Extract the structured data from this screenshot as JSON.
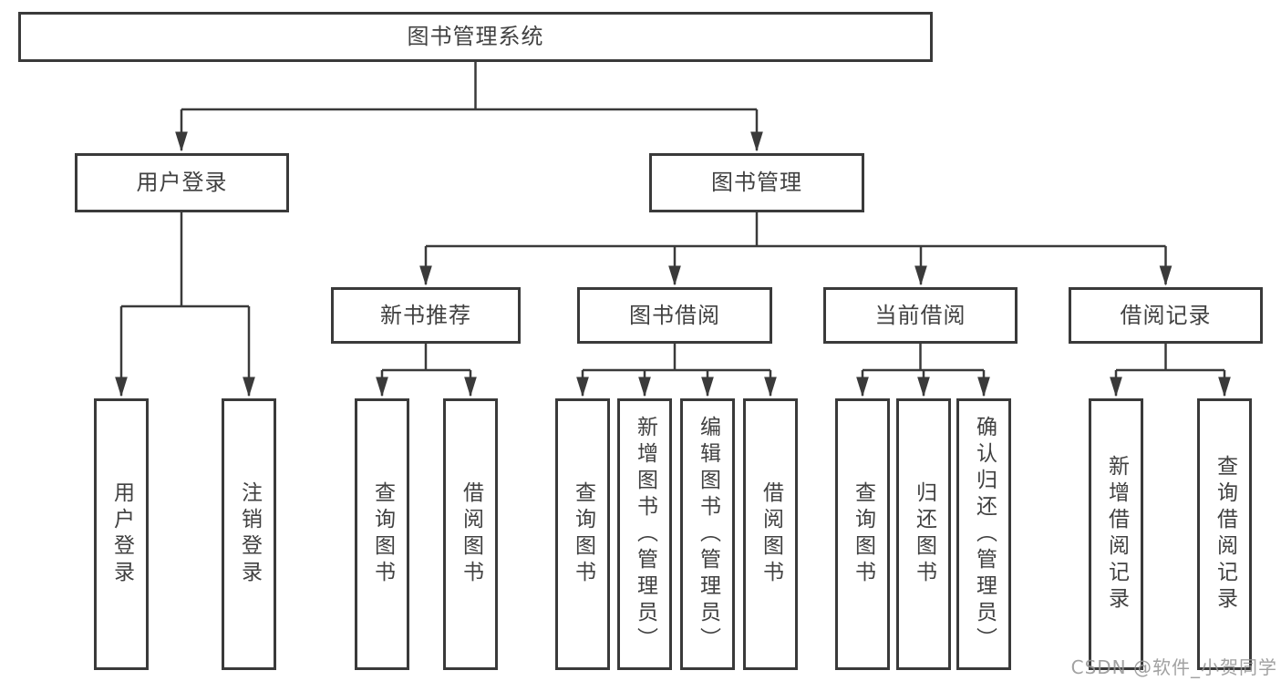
{
  "diagram": {
    "type": "tree",
    "root": {
      "label": "图书管理系统",
      "children": [
        {
          "label": "用户登录",
          "children": [
            {
              "label": "用户登录"
            },
            {
              "label": "注销登录"
            }
          ]
        },
        {
          "label": "图书管理",
          "children": [
            {
              "label": "新书推荐",
              "children": [
                {
                  "label": "查询图书"
                },
                {
                  "label": "借阅图书"
                }
              ]
            },
            {
              "label": "图书借阅",
              "children": [
                {
                  "label": "查询图书"
                },
                {
                  "label": "新增图书（管理员）"
                },
                {
                  "label": "编辑图书（管理员）"
                },
                {
                  "label": "借阅图书"
                }
              ]
            },
            {
              "label": "当前借阅",
              "children": [
                {
                  "label": "查询图书"
                },
                {
                  "label": "归还图书"
                },
                {
                  "label": "确认归还（管理员）"
                }
              ]
            },
            {
              "label": "借阅记录",
              "children": [
                {
                  "label": "新增借阅记录"
                },
                {
                  "label": "查询借阅记录"
                }
              ]
            }
          ]
        }
      ]
    }
  },
  "watermark": {
    "text": "CSDN @软件_小贺同学"
  },
  "colors": {
    "line": "#3a3a3a",
    "box_border": "#3a3a3a",
    "text": "#414141",
    "watermark": "#949494",
    "background": "#ffffff"
  }
}
